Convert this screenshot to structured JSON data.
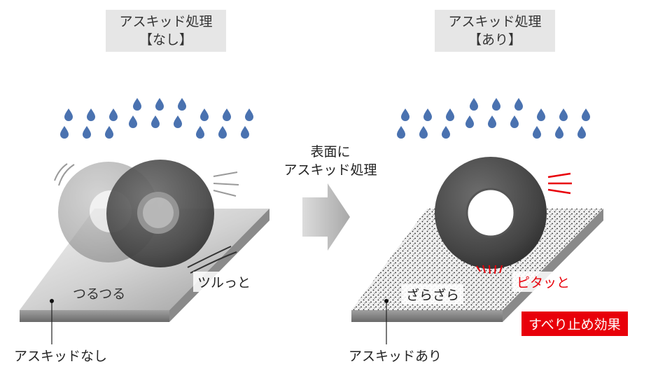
{
  "left_panel": {
    "title_line1": "アスキッド処理",
    "title_line2": "【なし】",
    "surface_label": "つるつる",
    "motion_label": "ツルっと",
    "caption": "アスキッドなし"
  },
  "middle": {
    "arrow_line1": "表面に",
    "arrow_line2": "アスキッド処理"
  },
  "right_panel": {
    "title_line1": "アスキッド処理",
    "title_line2": "【あり】",
    "surface_label": "ざらざら",
    "grip_label": "ピタッと",
    "caption": "アスキッドあり",
    "effect_badge": "すべり止め効果"
  },
  "colors": {
    "raindrop": "#4a72b0",
    "accent_red": "#e8000a",
    "title_bg": "#e6e6e6"
  }
}
